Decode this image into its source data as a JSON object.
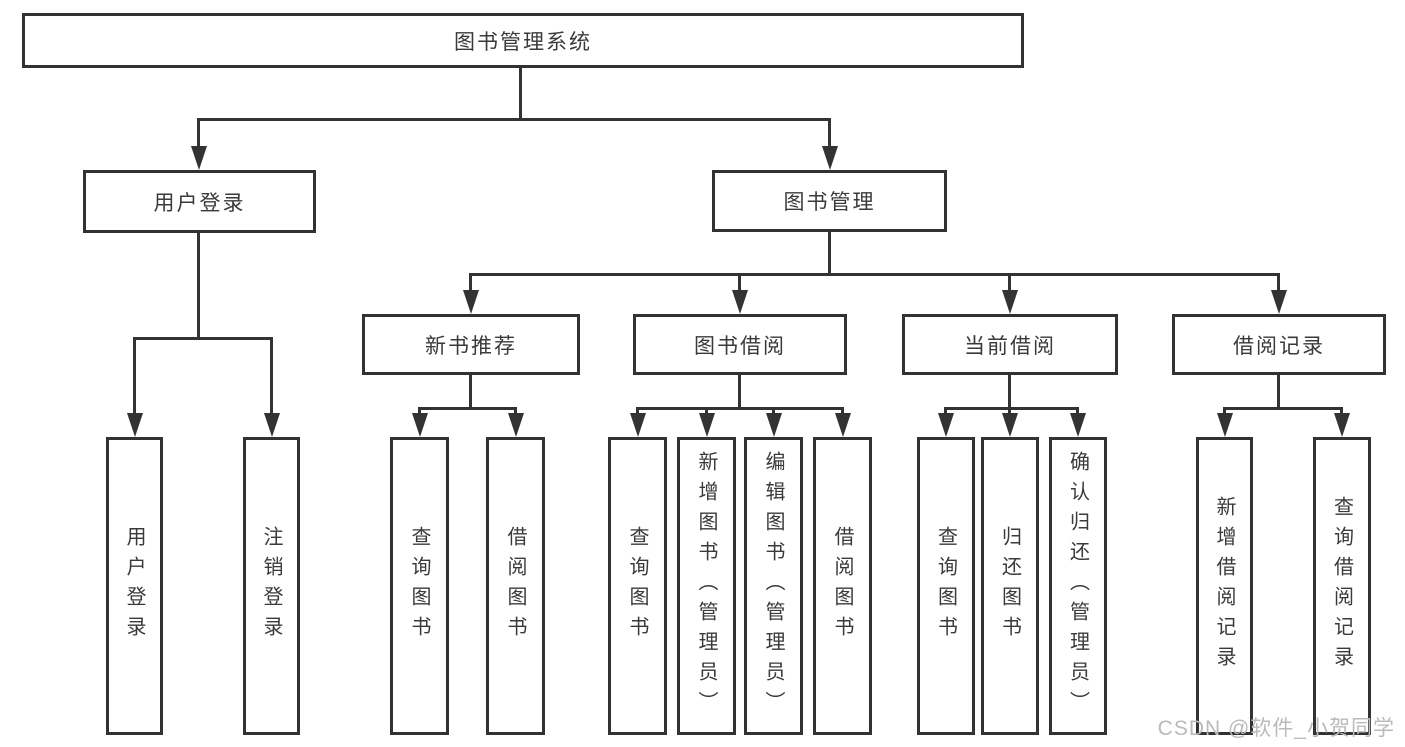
{
  "diagram": {
    "root": "图书管理系统",
    "level1": [
      "用户登录",
      "图书管理"
    ],
    "level2": [
      "新书推荐",
      "图书借阅",
      "当前借阅",
      "借阅记录"
    ],
    "leaves": {
      "user_login": [
        "用户登录",
        "注销登录"
      ],
      "new_books": [
        "查询图书",
        "借阅图书"
      ],
      "book_borrow": [
        "查询图书",
        "新增图书（管理员）",
        "编辑图书（管理员）",
        "借阅图书"
      ],
      "current_borrow": [
        "查询图书",
        "归还图书",
        "确认归还（管理员）"
      ],
      "borrow_records": [
        "新增借阅记录",
        "查询借阅记录"
      ]
    }
  },
  "watermark": "CSDN @软件_小贺同学",
  "colors": {
    "line": "#333333",
    "text": "#3a3a3a",
    "watermark": "#bababe",
    "background": "#ffffff"
  }
}
